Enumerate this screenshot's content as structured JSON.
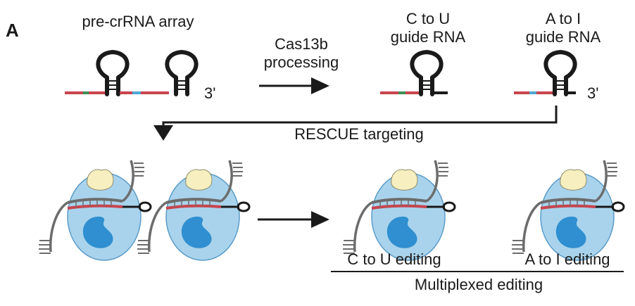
{
  "figure": {
    "panel_label": "A",
    "labels": {
      "pre_crrna_array": "pre-crRNA array",
      "cas13b_line1": "Cas13b",
      "cas13b_line2": "processing",
      "c_to_u_guide_line1": "C to U",
      "c_to_u_guide_line2": "guide RNA",
      "a_to_i_guide_line1": "A to I",
      "a_to_i_guide_line2": "guide RNA",
      "three_prime_array": "3'",
      "three_prime_guide": "3'",
      "rescue_targeting": "RESCUE targeting",
      "c_to_u_editing": "C to U editing",
      "a_to_i_editing": "A to I editing",
      "multiplexed_editing": "Multiplexed editing"
    },
    "colors": {
      "rna_red": "#c9444d",
      "rna_green": "#3f8f57",
      "rna_blue": "#4da6d6",
      "enzyme_light": "#a9d3ec",
      "enzyme_dark": "#2f8fd0",
      "domain_yellow": "#f7efbf",
      "strand_gray": "#6c6c6c",
      "ink": "#1a1a1a"
    }
  }
}
